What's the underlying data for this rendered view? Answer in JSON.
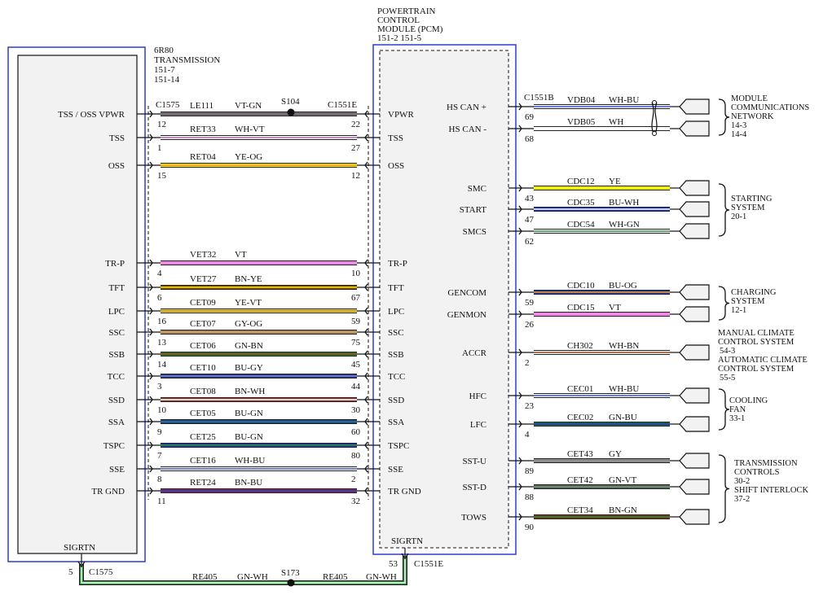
{
  "colors": {
    "VT-GN": [
      "#a5559a",
      "#2e8b3c"
    ],
    "WH-VT": [
      "#ffffff",
      "#b06ab4"
    ],
    "YE-OG": [
      "#f3e600",
      "#f29a1a"
    ],
    "VT": [
      "#ee88e6",
      "#ee88e6"
    ],
    "BN-YE": [
      "#8b4513",
      "#f3e600"
    ],
    "YE-VT": [
      "#f3e600",
      "#b06ab4"
    ],
    "GY-OG": [
      "#8c8c8c",
      "#f29a1a"
    ],
    "GN-BN": [
      "#2e7d32",
      "#8b4513"
    ],
    "BU-GY": [
      "#1f36b4",
      "#8c8c8c"
    ],
    "BN-WH": [
      "#8b3a2b",
      "#ffffff"
    ],
    "BU-GN": [
      "#1f36b4",
      "#2e8b3c"
    ],
    "WH-BU": [
      "#ffffff",
      "#3a52d0"
    ],
    "BN-BU": [
      "#7a2c6b",
      "#3a3a9a"
    ],
    "WH": [
      "#ffffff",
      "#ffffff"
    ],
    "YE": [
      "#f3ef00",
      "#f3ef00"
    ],
    "BU-WH": [
      "#1f36b4",
      "#ffffff"
    ],
    "WH-GN": [
      "#ffffff",
      "#2e8b3c"
    ],
    "BU-OG": [
      "#1f36b4",
      "#f29a1a"
    ],
    "WH-BN": [
      "#ffffff",
      "#8b4513"
    ],
    "GN-BU": [
      "#1d6b47",
      "#1f36b4"
    ],
    "GY": [
      "#8c8c8c",
      "#8c8c8c"
    ],
    "GN-VT": [
      "#2e7d32",
      "#b06ab4"
    ],
    "BN-GN": [
      "#7a3b1a",
      "#2e7d32"
    ],
    "GN-WH": [
      "#2e8b3c",
      "#ffffff"
    ]
  },
  "trans": {
    "name": "6R80",
    "title": "TRANSMISSION",
    "refs": [
      "151-7",
      "151-14"
    ],
    "connector": "C1575",
    "sigrtn": "SIGRTN",
    "sigrtn_pin": "5",
    "sigrtn_conn": "C1575"
  },
  "pcm": {
    "title_lines": [
      "POWERTRAIN",
      "CONTROL",
      "MODULE (PCM)",
      "151-2   151-5"
    ],
    "connector_left": "C1551E",
    "connector_right": "C1551B",
    "sigrtn": "SIGRTN",
    "sigrtn_pin": "53",
    "sigrtn_conn": "C1551E"
  },
  "splice_s104": "S104",
  "left_wires": [
    {
      "sig": "TSS / OSS VPWR",
      "pcm_sig": "VPWR",
      "pin_l": "12",
      "circuit": "LE111",
      "color": "VT-GN",
      "pin_r": "22"
    },
    {
      "sig": "TSS",
      "pcm_sig": "TSS",
      "pin_l": "1",
      "circuit": "RET33",
      "color": "WH-VT",
      "pin_r": "27"
    },
    {
      "sig": "OSS",
      "pcm_sig": "OSS",
      "pin_l": "15",
      "circuit": "RET04",
      "color": "YE-OG",
      "pin_r": "12"
    },
    {
      "sig": "TR-P",
      "pcm_sig": "TR-P",
      "pin_l": "4",
      "circuit": "VET32",
      "color": "VT",
      "pin_r": "10"
    },
    {
      "sig": "TFT",
      "pcm_sig": "TFT",
      "pin_l": "6",
      "circuit": "VET27",
      "color": "BN-YE",
      "pin_r": "67"
    },
    {
      "sig": "LPC",
      "pcm_sig": "LPC",
      "pin_l": "16",
      "circuit": "CET09",
      "color": "YE-VT",
      "pin_r": "59"
    },
    {
      "sig": "SSC",
      "pcm_sig": "SSC",
      "pin_l": "13",
      "circuit": "CET07",
      "color": "GY-OG",
      "pin_r": "75"
    },
    {
      "sig": "SSB",
      "pcm_sig": "SSB",
      "pin_l": "14",
      "circuit": "CET06",
      "color": "GN-BN",
      "pin_r": "45"
    },
    {
      "sig": "TCC",
      "pcm_sig": "TCC",
      "pin_l": "3",
      "circuit": "CET10",
      "color": "BU-GY",
      "pin_r": "44"
    },
    {
      "sig": "SSD",
      "pcm_sig": "SSD",
      "pin_l": "10",
      "circuit": "CET08",
      "color": "BN-WH",
      "pin_r": "30"
    },
    {
      "sig": "SSA",
      "pcm_sig": "SSA",
      "pin_l": "9",
      "circuit": "CET05",
      "color": "BU-GN",
      "pin_r": "60"
    },
    {
      "sig": "TSPC",
      "pcm_sig": "TSPC",
      "pin_l": "7",
      "circuit": "CET25",
      "color": "BU-GN",
      "pin_r": "80"
    },
    {
      "sig": "SSE",
      "pcm_sig": "SSE",
      "pin_l": "8",
      "circuit": "CET16",
      "color": "WH-BU",
      "pin_r": "2"
    },
    {
      "sig": "TR GND",
      "pcm_sig": "TR GND",
      "pin_l": "11",
      "circuit": "RET24",
      "color": "BN-BU",
      "pin_r": "32"
    }
  ],
  "right_wires": [
    {
      "sig": "HS CAN +",
      "pin": "69",
      "circuit": "VDB04",
      "color": "WH-BU"
    },
    {
      "sig": "HS CAN -",
      "pin": "68",
      "circuit": "VDB05",
      "color": "WH"
    },
    {
      "sig": "SMC",
      "pin": "43",
      "circuit": "CDC12",
      "color": "YE"
    },
    {
      "sig": "START",
      "pin": "47",
      "circuit": "CDC35",
      "color": "BU-WH"
    },
    {
      "sig": "SMCS",
      "pin": "62",
      "circuit": "CDC54",
      "color": "WH-GN"
    },
    {
      "sig": "GENCOM",
      "pin": "59",
      "circuit": "CDC10",
      "color": "BU-OG"
    },
    {
      "sig": "GENMON",
      "pin": "26",
      "circuit": "CDC15",
      "color": "VT"
    },
    {
      "sig": "ACCR",
      "pin": "2",
      "circuit": "CH302",
      "color": "WH-BN"
    },
    {
      "sig": "HFC",
      "pin": "23",
      "circuit": "CEC01",
      "color": "WH-BU"
    },
    {
      "sig": "LFC",
      "pin": "4",
      "circuit": "CEC02",
      "color": "GN-BU"
    },
    {
      "sig": "SST-U",
      "pin": "89",
      "circuit": "CET43",
      "color": "GY"
    },
    {
      "sig": "SST-D",
      "pin": "88",
      "circuit": "CET42",
      "color": "GN-VT"
    },
    {
      "sig": "TOWS",
      "pin": "90",
      "circuit": "CET34",
      "color": "BN-GN"
    }
  ],
  "notes": [
    {
      "lines": [
        "MODULE",
        "COMMUNICATIONS",
        "NETWORK",
        "14-3",
        "14-4"
      ]
    },
    {
      "lines": [
        "STARTING",
        "SYSTEM",
        "20-1"
      ]
    },
    {
      "lines": [
        "CHARGING",
        "SYSTEM",
        "12-1"
      ]
    },
    {
      "lines": [
        "MANUAL CLIMATE",
        "CONTROL SYSTEM",
        "54-3",
        "AUTOMATIC CLIMATE",
        "CONTROL SYSTEM",
        "55-5"
      ]
    },
    {
      "lines": [
        "COOLING",
        "FAN",
        "33-1"
      ]
    },
    {
      "lines": [
        "TRANSMISSION",
        "CONTROLS",
        "30-2",
        "SHIFT INTERLOCK",
        "37-2"
      ]
    }
  ],
  "ground": {
    "splice": "S173",
    "left_circuit": "RE405",
    "left_color": "GN-WH",
    "right_circuit": "RE405",
    "right_color": "GN-WH"
  }
}
